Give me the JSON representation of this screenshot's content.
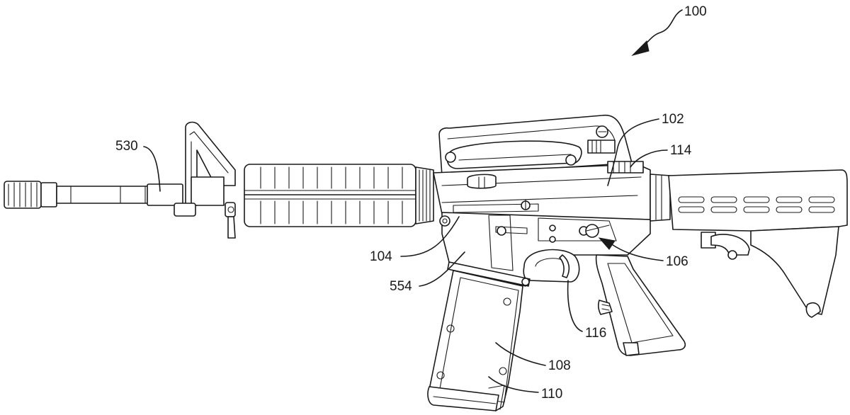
{
  "figure": {
    "number": "100",
    "labels": {
      "ref_102": "102",
      "ref_104": "104",
      "ref_106": "106",
      "ref_108": "108",
      "ref_110": "110",
      "ref_114": "114",
      "ref_116": "116",
      "ref_530": "530",
      "ref_554": "554"
    }
  }
}
